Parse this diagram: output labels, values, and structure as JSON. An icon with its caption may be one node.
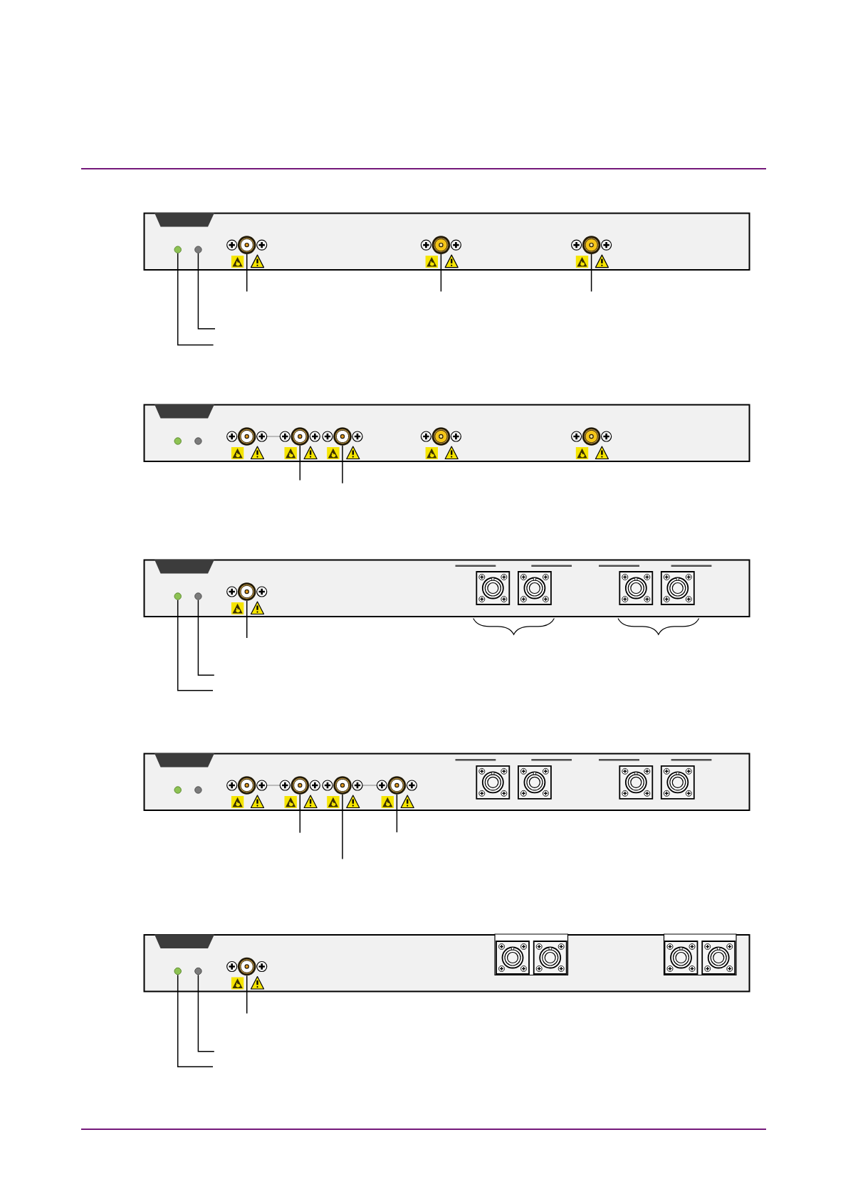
{
  "diagram": {
    "nodes": [
      {
        "text": [],
        "shape": "box"
      },
      {
        "text": [],
        "shape": "circle",
        "in": 0
      },
      {
        "text": [],
        "shape": "circle",
        "in": 0
      },
      {
        "text": [],
        "shape": "circle",
        "in": 0
      },
      {
        "text": [],
        "shape": "circle",
        "in": 0
      },
      {
        "text": [],
        "shape": "circle",
        "in": 0
      },
      {
        "text": [],
        "shape": "box"
      },
      {
        "text": [],
        "shape": "circle",
        "in": 6
      },
      {
        "text": [],
        "shape": "circle",
        "in": 6
      },
      {
        "text": [],
        "shape": "circle",
        "in": 6
      },
      {
        "text": [],
        "shape": "circle",
        "in": 6
      },
      {
        "text": [],
        "shape": "circle",
        "in": 6
      },
      {
        "text": [],
        "shape": "circle",
        "in": 6
      },
      {
        "text": [],
        "shape": "circle",
        "in": 6
      },
      {
        "text": [],
        "shape": "box"
      },
      {
        "text": [],
        "shape": "circle",
        "in": 14
      },
      {
        "text": [],
        "shape": "circle",
        "in": 14
      },
      {
        "text": [],
        "shape": "circle",
        "in": 14
      },
      {
        "text": [],
        "shape": "box"
      },
      {
        "text": [],
        "shape": "circle",
        "in": 18
      },
      {
        "text": [],
        "shape": "circle",
        "in": 18
      },
      {
        "text": [],
        "shape": "circle",
        "in": 18
      },
      {
        "text": [],
        "shape": "circle",
        "in": 18
      },
      {
        "text": [],
        "shape": "circle",
        "in": 18
      },
      {
        "text": [],
        "shape": "circle",
        "in": 18
      },
      {
        "text": [],
        "shape": "box"
      },
      {
        "text": [],
        "shape": "circle",
        "in": 25
      },
      {
        "text": [],
        "shape": "circle",
        "in": 25
      },
      {
        "text": [],
        "shape": "circle",
        "in": 25
      }
    ],
    "edges": [
      {
        "from": null,
        "to": 1,
        "arrow": "none"
      },
      {
        "from": null,
        "to": 2,
        "arrow": "none"
      },
      {
        "from": null,
        "to": 3,
        "arrow": "none"
      },
      {
        "from": null,
        "to": 4,
        "arrow": "none"
      },
      {
        "from": null,
        "to": 5,
        "arrow": "none"
      },
      {
        "from": null,
        "to": 10,
        "arrow": "none"
      },
      {
        "from": null,
        "to": 11,
        "arrow": "none"
      },
      {
        "from": null,
        "to": 15,
        "arrow": "none"
      },
      {
        "from": null,
        "to": 16,
        "arrow": "none"
      },
      {
        "from": null,
        "to": 17,
        "arrow": "none"
      },
      {
        "from": null,
        "to": 22,
        "arrow": "none"
      },
      {
        "from": null,
        "to": 23,
        "arrow": "none"
      },
      {
        "from": null,
        "to": 24,
        "arrow": "none"
      },
      {
        "from": null,
        "to": 26,
        "arrow": "none"
      },
      {
        "from": null,
        "to": 27,
        "arrow": "none"
      },
      {
        "from": null,
        "to": 28,
        "arrow": "none"
      },
      {
        "from": 9,
        "to": 10,
        "arrow": "none",
        "color": "#a8a8a8"
      },
      {
        "from": 21,
        "to": 22,
        "arrow": "none",
        "color": "#a8a8a8"
      },
      {
        "from": 23,
        "to": 24,
        "arrow": "none",
        "color": "#a8a8a8"
      }
    ]
  }
}
